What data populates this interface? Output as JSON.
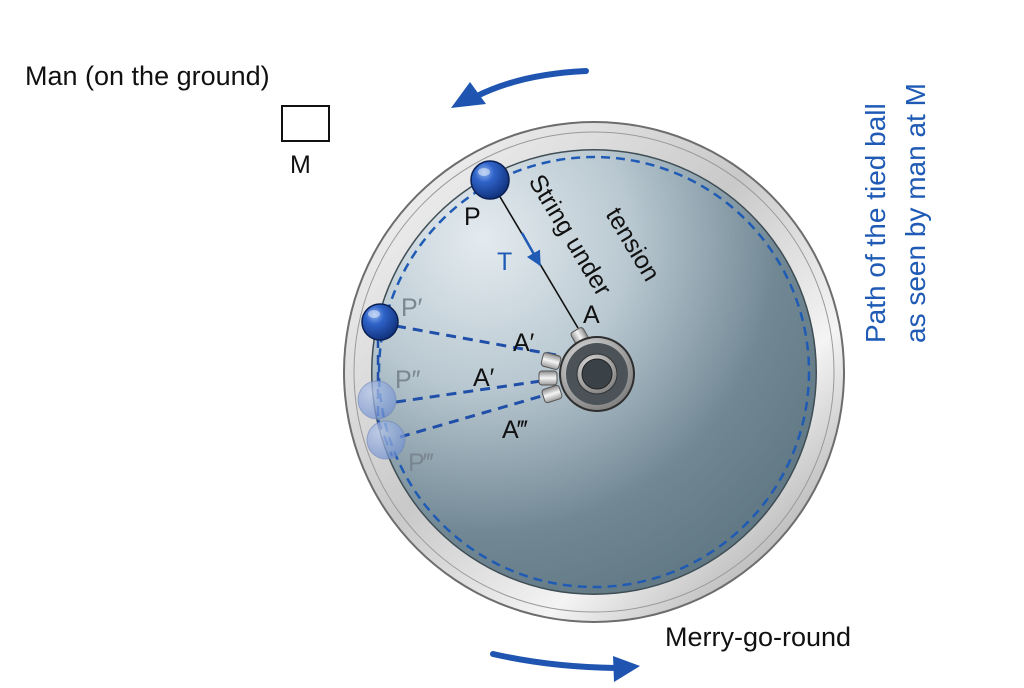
{
  "labels": {
    "man": "Man (on the ground)",
    "man_marker": "M",
    "path_line1": "Path of the tied ball",
    "path_line2": "as seen by man at M",
    "merry_go_round": "Merry-go-round",
    "string_line1": "String under",
    "string_line2": "tension",
    "tension_symbol": "T",
    "ball_positions": [
      "P",
      "P′",
      "P″",
      "P‴"
    ],
    "anchor_positions": [
      "A",
      "A′",
      "A′",
      "A‴"
    ]
  },
  "colors": {
    "accent_blue": "#1f5bb5",
    "text_black": "#111111",
    "ghost_gray": "#7a8690",
    "disc_light": "#d7e0e6",
    "disc_dark": "#5f7682",
    "rim_light": "#f2f2f2",
    "rim_dark": "#8a8a8a"
  },
  "rotation_direction": "counterclockwise"
}
